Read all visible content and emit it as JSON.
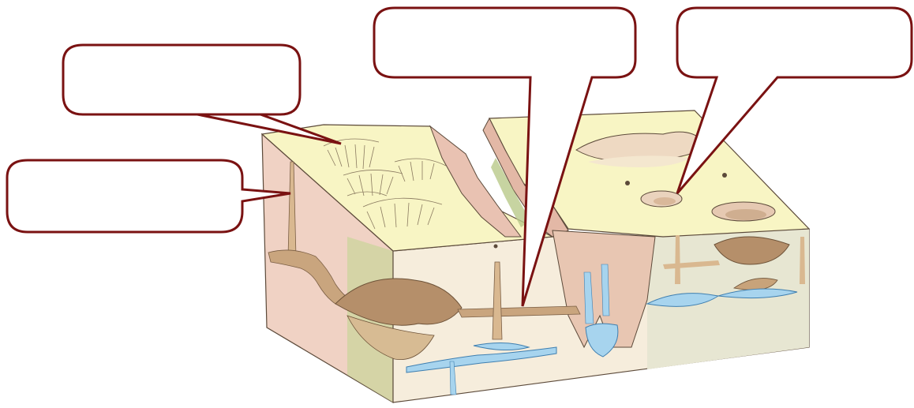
{
  "diagram": {
    "colors": {
      "surface": "#f8f5c4",
      "rock_front": "#f6eddc",
      "rock_side": "#f0d2c4",
      "moss": "#c9d49a",
      "cave_fill": "#b58f6a",
      "water": "#a7d4ee",
      "water_edge": "#3f7fb0",
      "callout_border": "#7a1212",
      "outline": "#5c4a3a"
    },
    "callouts": [
      {
        "id": "callout-1",
        "label": ""
      },
      {
        "id": "callout-2",
        "label": ""
      },
      {
        "id": "callout-3",
        "label": ""
      },
      {
        "id": "callout-4",
        "label": ""
      }
    ]
  }
}
